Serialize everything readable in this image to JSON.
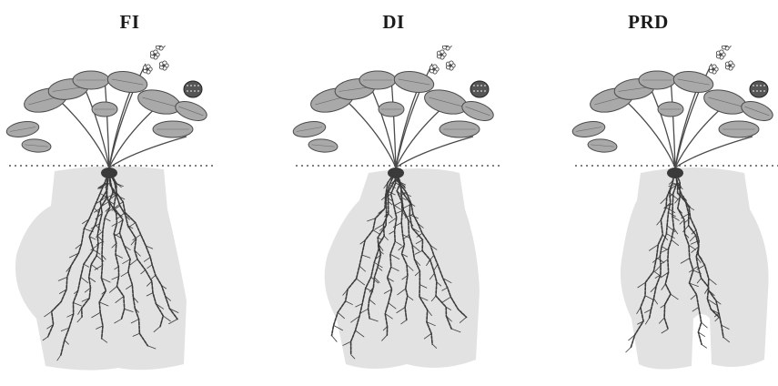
{
  "panels": [
    {
      "label": "FI",
      "zone": "full"
    },
    {
      "label": "DI",
      "zone": "deficit"
    },
    {
      "label": "PRD",
      "zone": "partial"
    }
  ],
  "colors": {
    "wet_zone": "#e2e2e2",
    "leaf_fill": "#a9a9a9",
    "leaf_edge": "#4a4a4a",
    "root": "#3a3a3a",
    "soil_line": "#555555",
    "label": "#1a1a1a"
  },
  "icons": [
    "strawberry-plant-icon",
    "strawberry-fruit-icon",
    "flower-icon",
    "root-system-icon"
  ]
}
